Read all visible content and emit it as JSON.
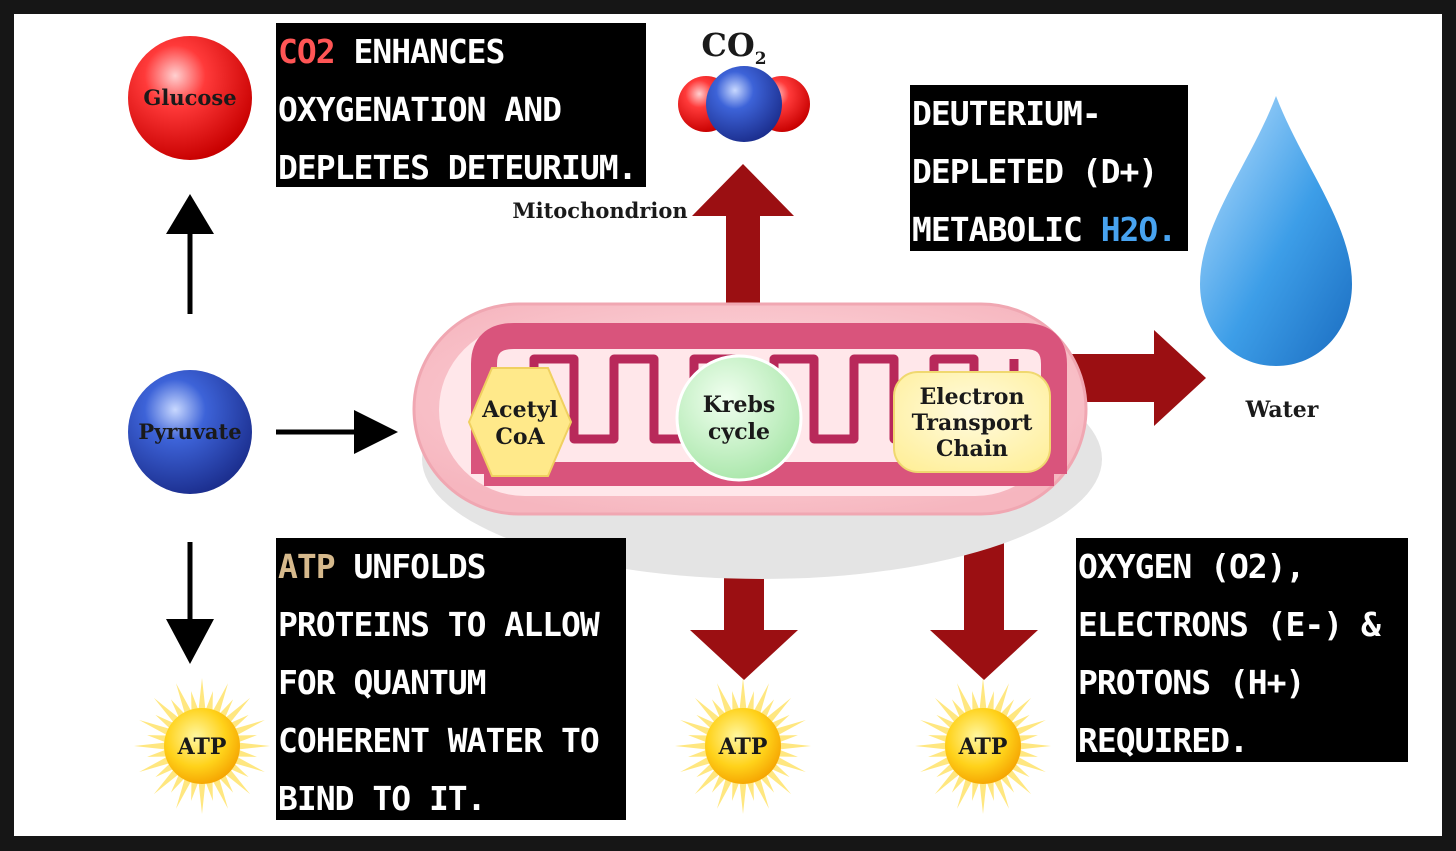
{
  "colors": {
    "co2_highlight": "#ff5555",
    "atp_highlight": "#d6b98c",
    "h2o_highlight": "#48a3f0",
    "arrow_red": "#9b0f12",
    "caption_bg": "#000000"
  },
  "labels": {
    "glucose": "Glucose",
    "pyruvate": "Pyruvate",
    "co2_main": "CO",
    "co2_sub": "2",
    "mitochondrion": "Mitochondrion",
    "acetyl_1": "Acetyl",
    "acetyl_2": "CoA",
    "krebs_1": "Krebs",
    "krebs_2": "cycle",
    "etc_1": "Electron",
    "etc_2": "Transport",
    "etc_3": "Chain",
    "water": "Water",
    "atp": "ATP"
  },
  "captions": {
    "co2": {
      "highlight": "CO2",
      "line1_rest": " ENHANCES",
      "line2": "OXYGENATION AND",
      "line3": "DEPLETES DETEURIUM."
    },
    "deuterium": {
      "line1": "DEUTERIUM-",
      "line2": "DEPLETED (D+)",
      "line3_pre": "METABOLIC ",
      "highlight": "H2O."
    },
    "atp": {
      "highlight": "ATP",
      "line1_rest": " UNFOLDS",
      "line2": "PROTEINS TO ALLOW",
      "line3": "FOR QUANTUM",
      "line4": "COHERENT WATER TO",
      "line5": "BIND TO IT."
    },
    "oxygen": {
      "line1": "OXYGEN (O2),",
      "line2": "ELECTRONS (E-) &",
      "line3": "PROTONS (H+)",
      "line4": "REQUIRED."
    }
  }
}
